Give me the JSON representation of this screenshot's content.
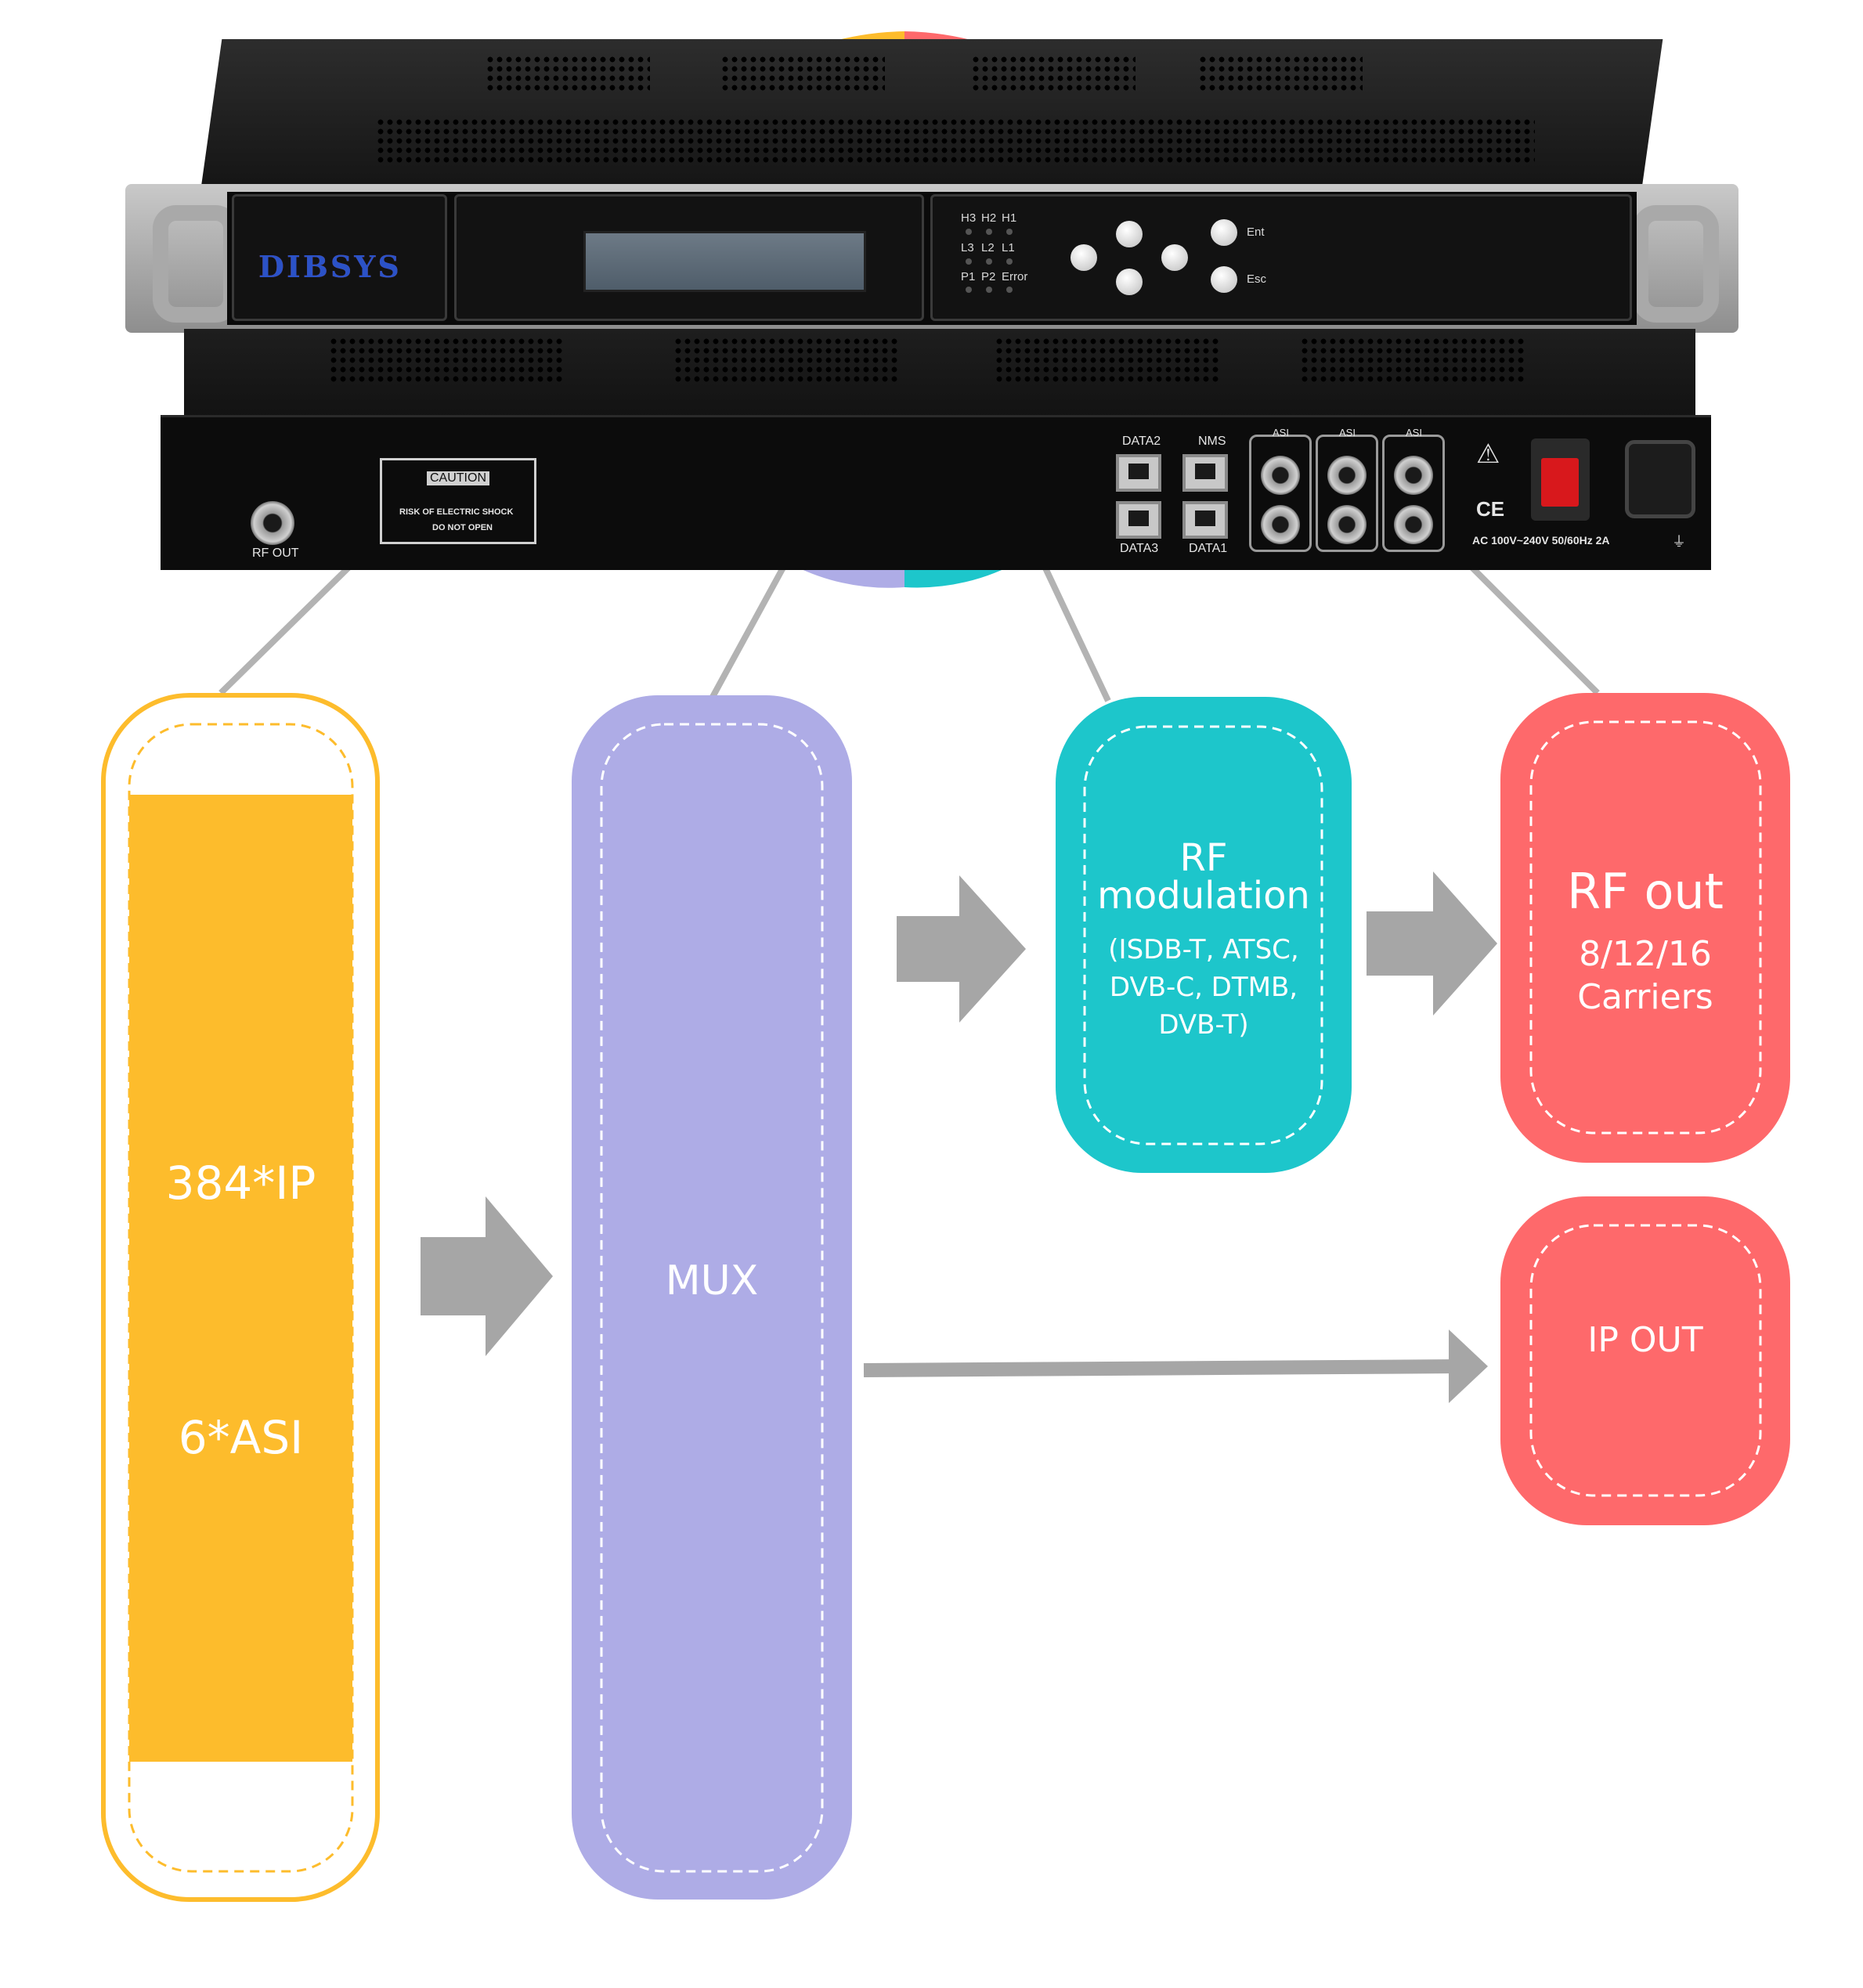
{
  "device": {
    "brand": "DIBSYS",
    "front": {
      "leds": [
        [
          "H3",
          "H2",
          "H1"
        ],
        [
          "L3",
          "L2",
          "L1"
        ],
        [
          "P1",
          "P2",
          "Error"
        ]
      ],
      "enter_label": "Ent",
      "escape_label": "Esc"
    },
    "rear": {
      "rf_out_label": "RF OUT",
      "caution": {
        "title": "CAUTION",
        "line1": "RISK OF ELECTRIC SHOCK",
        "line2": "DO NOT OPEN"
      },
      "data2_label": "DATA2",
      "nms_label": "NMS",
      "data3_label": "DATA3",
      "data1_label": "DATA1",
      "asi_labels": [
        "ASI",
        "ASI",
        "ASI"
      ],
      "ce_label": "CE",
      "power_label": "AC 100V~240V 50/60Hz 2A"
    }
  },
  "blocks": {
    "input": {
      "line1": "384*IP",
      "line2": "6*ASI"
    },
    "mux": {
      "label": "MUX"
    },
    "modulation": {
      "title_line1": "RF",
      "title_line2": "modulation",
      "sub_line1": "(ISDB-T,  ATSC,",
      "sub_line2": "DVB-C, DTMB,",
      "sub_line3": "DVB-T)"
    },
    "rf_out": {
      "title": "RF out",
      "sub_line1": "8/12/16",
      "sub_line2": "Carriers"
    },
    "ip_out": {
      "label": "IP OUT"
    }
  },
  "colors": {
    "input": "#fdbc2c",
    "mux": "#aeace6",
    "modulation": "#1dc6cb",
    "output": "#fe696b",
    "arrow": "#a6a6a6",
    "connector": "#b3b3b3"
  }
}
